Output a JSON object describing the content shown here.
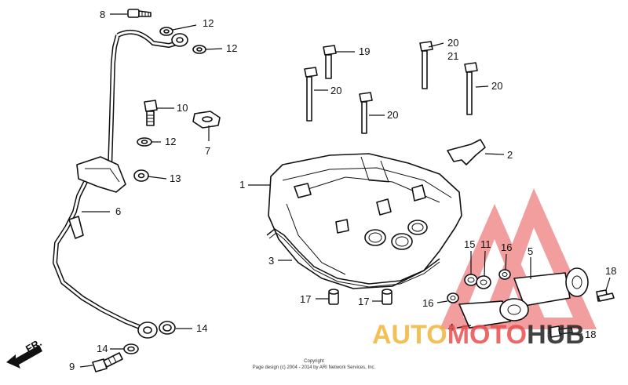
{
  "copyright_line1": "Copyright",
  "copyright_line2": "Page design (c) 2004 - 2014 by ARI Network Services, Inc.",
  "front_marker": "FR.",
  "watermark": {
    "part1": "AUTO",
    "part2": "MOTO",
    "part3": "HUB",
    "colors": {
      "auto": "#f2b43a",
      "moto": "#e84f4f",
      "hub": "#222222",
      "triangle": "#e84f4f"
    }
  },
  "callouts": {
    "c1": "1",
    "c2": "2",
    "c3": "3",
    "c4": "4",
    "c5": "5",
    "c6": "6",
    "c7": "7",
    "c8": "8",
    "c9": "9",
    "c10": "10",
    "c11": "11",
    "c12a": "12",
    "c12b": "12",
    "c12c": "12",
    "c13": "13",
    "c14a": "14",
    "c14b": "14",
    "c15": "15",
    "c16a": "16",
    "c16b": "16",
    "c17a": "17",
    "c17b": "17",
    "c18a": "18",
    "c18b": "18",
    "c19": "19",
    "c20a": "20",
    "c20b": "20",
    "c20c": "20",
    "c20d": "20",
    "c21": "21"
  }
}
